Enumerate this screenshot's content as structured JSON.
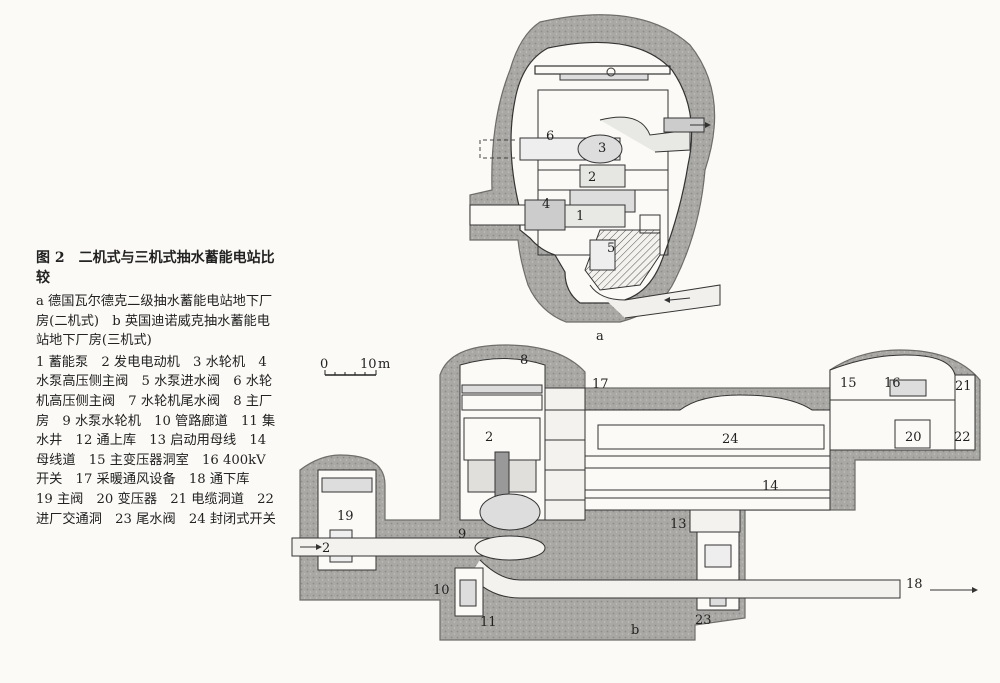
{
  "caption": {
    "title": "图 2　二机式与三机式抽水蓄能电站比较",
    "description": "a 德国瓦尔德克二级抽水蓄能电站地下厂房(二机式)　b 英国迪诺威克抽水蓄能电站地下厂房(三机式)",
    "legend": "1 蓄能泵　2 发电电动机　3 水轮机　4 水泵高压侧主阀　5 水泵进水阀　6 水轮机高压侧主阀　7 水轮机尾水阀　8 主厂房　9 水泵水轮机　10 管路廊道　11 集水井　12 通上库　13 启动用母线　14 母线道　15 主变压器洞室　16 400kV 开关　17 采暖通风设备　18 通下库　19 主阀　20 变压器　21 电缆洞道　22 进厂交通洞　23 尾水阀　24 封闭式开关"
  },
  "diagram_a": {
    "label": "a",
    "numbers": [
      "6",
      "3",
      "2",
      "4",
      "1",
      "5"
    ]
  },
  "diagram_b": {
    "label": "b",
    "scale": {
      "zero": "0",
      "ten": "10",
      "unit": "m"
    },
    "numbers": [
      "8",
      "17",
      "2",
      "24",
      "15",
      "16",
      "21",
      "20",
      "22",
      "14",
      "13",
      "19",
      "2",
      "9",
      "10",
      "11",
      "23",
      "18"
    ]
  }
}
